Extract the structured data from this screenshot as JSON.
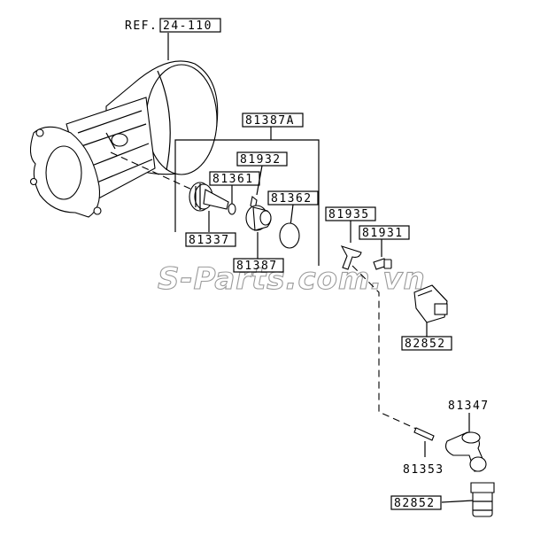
{
  "watermark": "S-Parts.com.vn",
  "labels": {
    "ref": "REF.",
    "ref_num": "24-110",
    "kit": "81387A",
    "p81932": "81932",
    "p81361": "81361",
    "p81362": "81362",
    "p81337": "81337",
    "p81387": "81387",
    "p81935": "81935",
    "p81931": "81931",
    "p82852a": "82852",
    "p81347": "81347",
    "p81353": "81353",
    "p82852b": "82852"
  }
}
